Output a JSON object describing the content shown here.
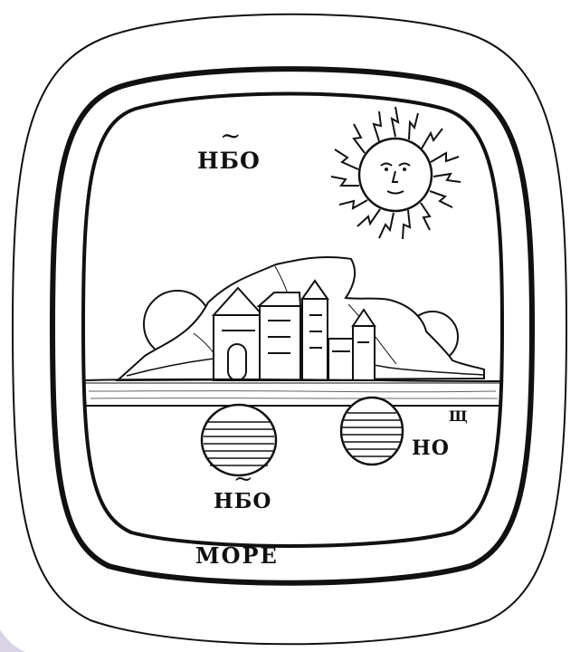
{
  "labels": {
    "sky_top": "НБО",
    "sky_top_mark": "~",
    "sky_bottom": "НБО",
    "sky_bottom_mark": "~",
    "night": "НО",
    "night_superscript": "Щ",
    "sea": "МОРЕ"
  },
  "colors": {
    "ink": "#111111",
    "paper": "#ffffff",
    "corner_accent": "#d9d3e6"
  }
}
